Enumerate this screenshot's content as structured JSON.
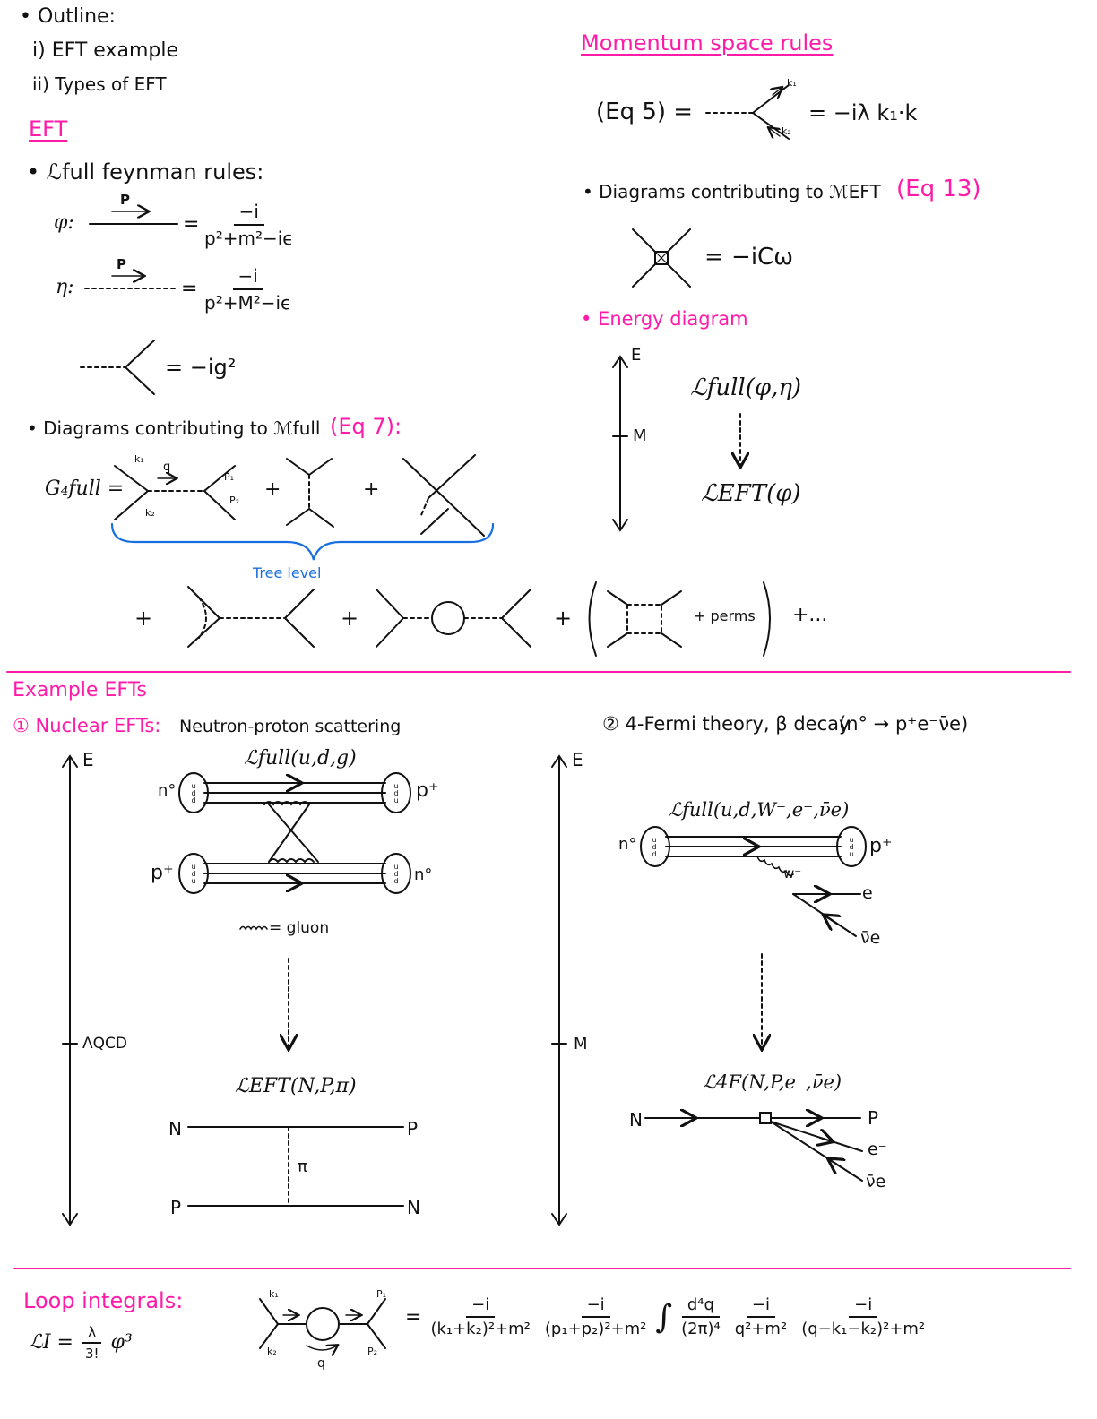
{
  "outline": {
    "heading": "• Outline:",
    "items": [
      "i) EFT example",
      "ii) Types of EFT"
    ]
  },
  "eft": {
    "heading": "EFT",
    "feynman_rules_heading": "• ℒfull feynman rules:",
    "phi_label": "φ:",
    "eta_label": "η:",
    "momentum_label": "P",
    "phi_prop_num": "−i",
    "phi_prop_den": "p²+m²−iϵ",
    "eta_prop_num": "−i",
    "eta_prop_den": "p²+M²−iϵ",
    "vertex_value": "= −ig²",
    "equals": "=",
    "diagrams_heading": "• Diagrams contributing to ℳfull",
    "diagrams_eq": "(Eq 7):",
    "g4_label": "G₄full =",
    "momenta": {
      "k1": "k₁",
      "k2": "k₂",
      "q": "q",
      "p1": "P₁",
      "p2": "P₂"
    },
    "plus": "+",
    "tree_level": "Tree level",
    "perms": "+ perms",
    "ellipsis": "+..."
  },
  "momentum_space": {
    "heading": "Momentum space rules",
    "eq5_label": "(Eq 5) =",
    "eq5_value": "= −iλ k₁·k",
    "k1": "k₁",
    "k2": "k₂",
    "diagrams_heading": "• Diagrams contributing to ℳEFT",
    "diagrams_eq": "(Eq 13)",
    "cw_value": "= −iCω",
    "energy_heading": "• Energy diagram",
    "E": "E",
    "M": "M",
    "lfull": "ℒfull(φ,η)",
    "left": "ℒEFT(φ)"
  },
  "examples": {
    "heading": "Example EFTs",
    "nuclear_heading": "① Nuclear EFTs:",
    "nuclear_sub": "Neutron-proton scattering",
    "nuclear": {
      "E": "E",
      "lambda": "ΛQCD",
      "lfull": "ℒfull(u,d,g)",
      "n0": "n°",
      "pplus": "p⁺",
      "gluon": "= gluon",
      "leff": "ℒEFT(N,P,π)",
      "N": "N",
      "P": "P",
      "pi": "π",
      "quarks_n": [
        "u",
        "d",
        "d"
      ],
      "quarks_p": [
        "u",
        "d",
        "u"
      ]
    },
    "fermi_heading": "② 4-Fermi theory, β decay",
    "fermi_sub": "(n° → p⁺e⁻ν̄e)",
    "fermi": {
      "E": "E",
      "M": "M",
      "lfull": "ℒfull(u,d,W⁻,e⁻,ν̄e)",
      "n0": "n°",
      "pplus": "p⁺",
      "w": "w⁻",
      "e": "e⁻",
      "nu": "ν̄e",
      "l4f": "ℒ4F(N,P,e⁻,ν̄e)",
      "N": "N",
      "P": "P"
    }
  },
  "loop": {
    "heading": "Loop integrals:",
    "lagrangian_lhs": "ℒI =",
    "lagrangian_num": "λ",
    "lagrangian_den": "3!",
    "lagrangian_rhs": "φ³",
    "k1": "k₁",
    "k2": "k₂",
    "p1": "P₁",
    "p2": "P₂",
    "q": "q",
    "equals": "=",
    "f1_num": "−i",
    "f1_den": "(k₁+k₂)²+m²",
    "f2_num": "−i",
    "f2_den": "(p₁+p₂)²+m²",
    "integral": "∫",
    "measure_num": "d⁴q",
    "measure_den": "(2π)⁴",
    "f3_num": "−i",
    "f3_den": "q²+m²",
    "f4_num": "−i",
    "f4_den": "(q−k₁−k₂)²+m²"
  },
  "colors": {
    "accent": "#ff1aa8",
    "tree_level": "#1a6fe0",
    "ink": "#111111"
  }
}
